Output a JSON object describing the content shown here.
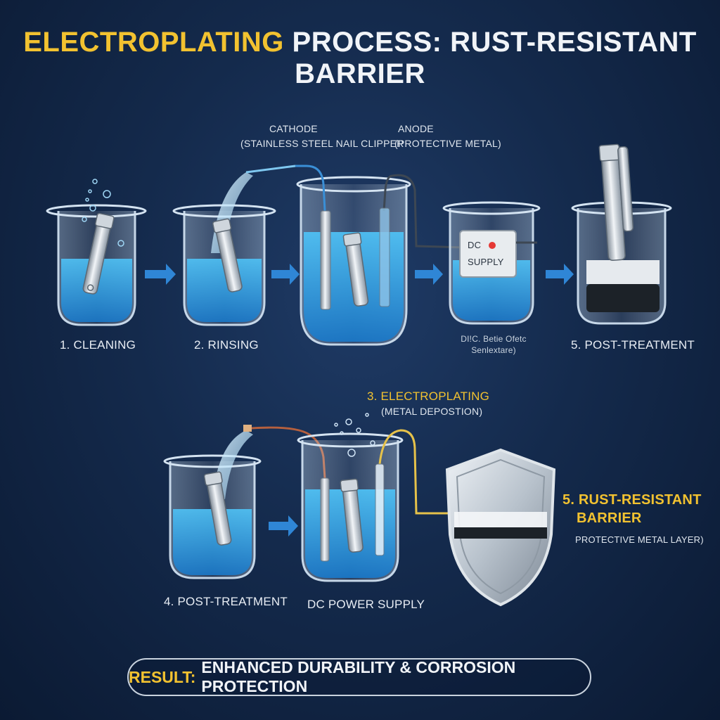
{
  "title": {
    "accent": "ELECTROPLATING",
    "rest": "PROCESS: RUST-RESISTANT BARRIER"
  },
  "top_labels": {
    "cathode_title": "CATHODE",
    "cathode_sub": "(STAINLESS STEEL NAIL CLIPPER",
    "anode_title": "ANODE",
    "anode_sub": "(PROTECTIVE METAL)"
  },
  "steps": {
    "cleaning": "1. CLEANING",
    "rinsing": "2. RINSING",
    "dc_caption_1": "DI!C. Betie Ofetc",
    "dc_caption_2": "Senlextare)",
    "post_treatment_top": "5. POST-TREATMENT",
    "electroplating": "3. ELECTROPLATING",
    "metal_deposition": "(METAL DEPOSTION)",
    "post_treatment_bottom": "4. POST-TREATMENT",
    "dc_power_supply": "DC POWER SUPPLY",
    "barrier_line1": "5. RUST-RESISTANT",
    "barrier_line2": "BARRIER",
    "protective_layer": "PROTECTIVE METAL LAYER)"
  },
  "dc_device": {
    "line1": "DC",
    "line2": "SUPPLY"
  },
  "result": {
    "prefix": "RESULT:",
    "text": "ENHANCED DURABILITY & CORROSION PROTECTION"
  },
  "colors": {
    "accent_gold": "#f2c230",
    "liquid_blue": "#2aa3e8",
    "arrow_blue": "#2f86d6",
    "background": "#142a4c"
  },
  "icons": [
    "beaker-icon",
    "nail-clipper-icon",
    "arrow-right-icon",
    "shield-icon",
    "dc-supply-icon",
    "bubbles-icon",
    "water-stream-icon",
    "electrode-icon"
  ]
}
